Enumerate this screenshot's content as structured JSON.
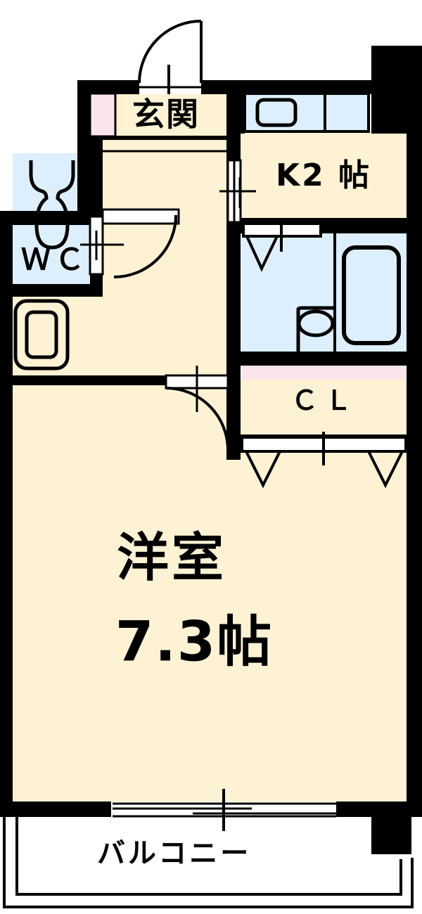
{
  "document": {
    "type": "floor-plan",
    "title": "1K apartment floor plan",
    "language": "ja"
  },
  "palette": {
    "wall": "#000000",
    "room_floor": "#fdf2d4",
    "water_area": "#ddeffc",
    "closet_area": "#fce4ec",
    "background": "#ffffff",
    "line": "#000000"
  },
  "rooms": [
    {
      "key": "genkan",
      "label": "玄関",
      "fill": "#fdf2d4"
    },
    {
      "key": "wc",
      "label": "ＷＣ",
      "fill": "#ddeffc"
    },
    {
      "key": "kitchen",
      "label": "K2 帖",
      "fill": "#fdf2d4"
    },
    {
      "key": "closet",
      "label": "ＣＬ",
      "fill": "#fce4ec"
    },
    {
      "key": "living1",
      "label": "洋室",
      "fill": "#fdf2d4"
    },
    {
      "key": "living2",
      "label": "7.3帖",
      "fill": "#fdf2d4"
    },
    {
      "key": "balcony",
      "label": "バルコニー",
      "fill": "#ffffff"
    }
  ],
  "labels": {
    "genkan": "玄関",
    "wc": "ＷＣ",
    "kitchen": "K2 帖",
    "closet": "ＣＬ",
    "living_name": "洋室",
    "living_size": "7.3帖",
    "balcony": "バルコニー"
  },
  "fixtures": [
    {
      "name": "toilet",
      "room": "wc",
      "icon": "toilet-icon"
    },
    {
      "name": "wash-basin",
      "room": "hallway",
      "icon": "sink-icon"
    },
    {
      "name": "kitchen-sink",
      "room": "kitchen",
      "icon": "kitchen-sink-icon"
    },
    {
      "name": "stove",
      "room": "kitchen",
      "icon": "stove-icon"
    },
    {
      "name": "bathtub",
      "room": "bath",
      "icon": "bathtub-icon"
    },
    {
      "name": "shower-drain",
      "room": "bath",
      "icon": "drain-icon"
    },
    {
      "name": "shoe-box",
      "room": "genkan",
      "icon": "shoebox-icon"
    }
  ],
  "openings": [
    {
      "name": "entrance-door",
      "type": "hinged-door"
    },
    {
      "name": "room-door",
      "type": "hinged-door"
    },
    {
      "name": "wc-door",
      "type": "sliding-door"
    },
    {
      "name": "kitchen-door",
      "type": "sliding-door"
    },
    {
      "name": "closet-door",
      "type": "folding-door"
    },
    {
      "name": "bath-door",
      "type": "folding-door"
    },
    {
      "name": "balcony-window",
      "type": "sliding-window"
    }
  ]
}
